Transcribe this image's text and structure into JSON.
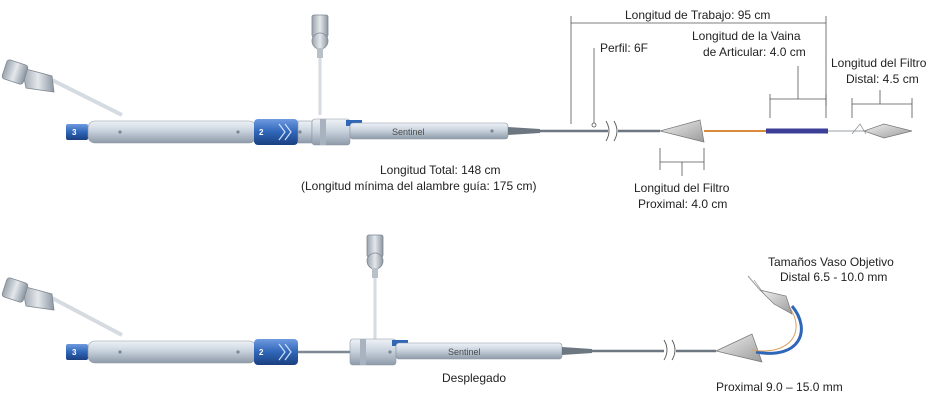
{
  "labels": {
    "working_length": "Longitud de Trabajo: 95 cm",
    "profile": "Perfil: 6F",
    "sheath_line1": "Longitud de la Vaina",
    "sheath_line2": "de Articular: 4.0 cm",
    "distal_filter_line1": "Longitud del Filtro",
    "distal_filter_line2": "Distal: 4.5 cm",
    "total_length": "Longitud Total: 148 cm",
    "min_guidewire": "(Longitud mínima del alambre guía: 175 cm)",
    "proximal_filter_line1": "Longitud del Filtro",
    "proximal_filter_line2": "Proximal: 4.0 cm",
    "vessel_sizes_line1": "Tamaños Vaso Objetivo",
    "vessel_sizes_line2": "Distal 6.5 - 10.0 mm",
    "proximal_size": "Proximal 9.0 – 15.0 mm",
    "deployed": "Desplegado",
    "brand_top": "Sentinel",
    "brand_bottom": "Sentinel",
    "port_3_top": "3",
    "port_2_top": "2",
    "port_3_bottom": "3",
    "port_2_bottom": "2"
  },
  "colors": {
    "handle": "#c9d3de",
    "accent_blue": "#2f66b8",
    "deflect_wire": "#d98a3a",
    "sheath_purple": "#3b3f96",
    "text": "#222222"
  }
}
